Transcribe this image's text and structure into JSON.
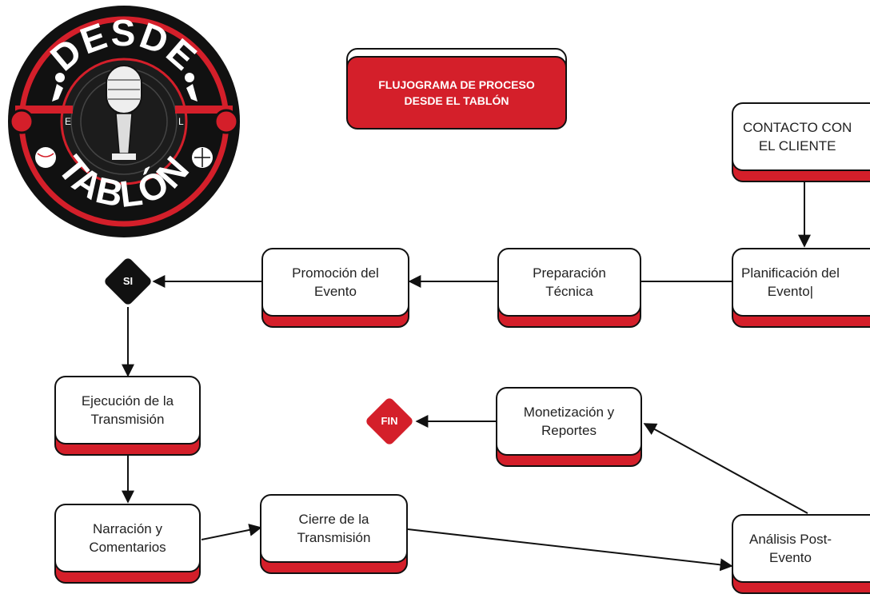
{
  "logo": {
    "top_text": "DESDE",
    "middle_left": "E",
    "middle_right": "L",
    "bottom_text": "TABLÓN"
  },
  "title": {
    "line1": "FLUJOGRAMA DE PROCESO",
    "line2": "DESDE EL TABLÓN"
  },
  "nodes": {
    "contacto": {
      "line1": "CONTACTO CON",
      "line2": "EL CLIENTE"
    },
    "planificacion": {
      "line1": "Planificación del",
      "line2": "Evento|"
    },
    "preparacion": {
      "line1": "Preparación",
      "line2": "Técnica"
    },
    "promocion": {
      "line1": "Promoción del",
      "line2": "Evento"
    },
    "ejecucion": {
      "line1": "Ejecución de la",
      "line2": "Transmisión"
    },
    "narracion": {
      "line1": "Narración y",
      "line2": "Comentarios"
    },
    "cierre": {
      "line1": "Cierre de la",
      "line2": "Transmisión"
    },
    "analisis": {
      "line1": "Análisis Post-",
      "line2": "Evento"
    },
    "monetizacion": {
      "line1": "Monetización y",
      "line2": "Reportes"
    }
  },
  "decisions": {
    "si": {
      "label": "SI",
      "color": "#111111"
    },
    "fin": {
      "label": "FIN",
      "color": "#d41f2a"
    }
  },
  "colors": {
    "accent": "#d41f2a",
    "outline": "#111111",
    "background": "#ffffff"
  }
}
